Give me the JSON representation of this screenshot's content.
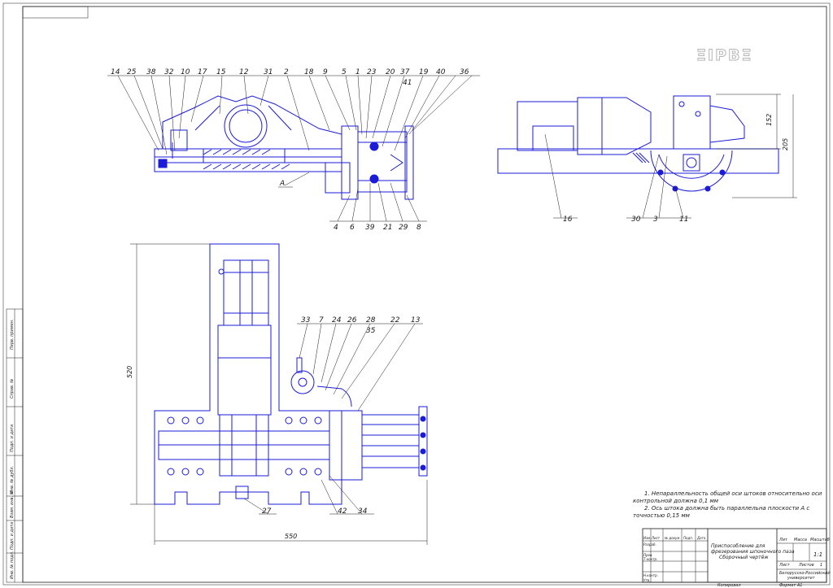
{
  "watermark": "ΞΙΡΒΞ",
  "part_labels": {
    "top_left": [
      "14",
      "25",
      "38",
      "32",
      "10",
      "17",
      "15",
      "12",
      "31",
      "2",
      "18",
      "9",
      "5",
      "1",
      "23",
      "20",
      "37",
      "41",
      "19",
      "40",
      "36"
    ],
    "bottom_left": [
      "4",
      "6",
      "39",
      "21",
      "29",
      "8"
    ],
    "section_marker": "А",
    "right_view": [
      "16",
      "30",
      "3",
      "11"
    ],
    "plan_view_top": [
      "33",
      "7",
      "24",
      "26",
      "28",
      "35",
      "22",
      "13"
    ],
    "plan_view_bottom": [
      "27",
      "42",
      "34"
    ]
  },
  "dimensions": {
    "height_152": "152",
    "height_205": "205",
    "height_520": "520",
    "width_550": "550"
  },
  "notes": {
    "line1": "1. Непараллельность общей оси штоков относительно оси",
    "line2": "контрольной должна 0,1 мм",
    "line3": "2. Ось штока должна быть параллельна плоскости А с",
    "line4": "точностью 0,15 мм"
  },
  "title_block": {
    "title_line1": "Приспособление для",
    "title_line2": "фрезерования шпоночного паза",
    "title_line3": "Сборочный чертёж",
    "col_lit": "Лит",
    "col_mass": "Масса",
    "col_scale": "Масштаб",
    "scale_value": "1:1",
    "sheet_label": "Лист",
    "sheets_label": "Листов",
    "sheets_value": "1",
    "org_line1": "Белорусско-Российский",
    "org_line2": "университет",
    "copied": "Копировал",
    "format": "Формат   А1",
    "rows": [
      "Изм.",
      "Лист",
      "№ докум.",
      "Подп.",
      "Дата",
      "Разраб.",
      "Пров.",
      "Т.контр.",
      "Н.контр.",
      "Утв."
    ]
  },
  "side_stamps": [
    "Инв. № подл.",
    "Подп. и дата",
    "Взам. инв. №",
    "Инв. № дубл.",
    "Подп. и дата",
    "Справ. №",
    "Перв. примен."
  ]
}
